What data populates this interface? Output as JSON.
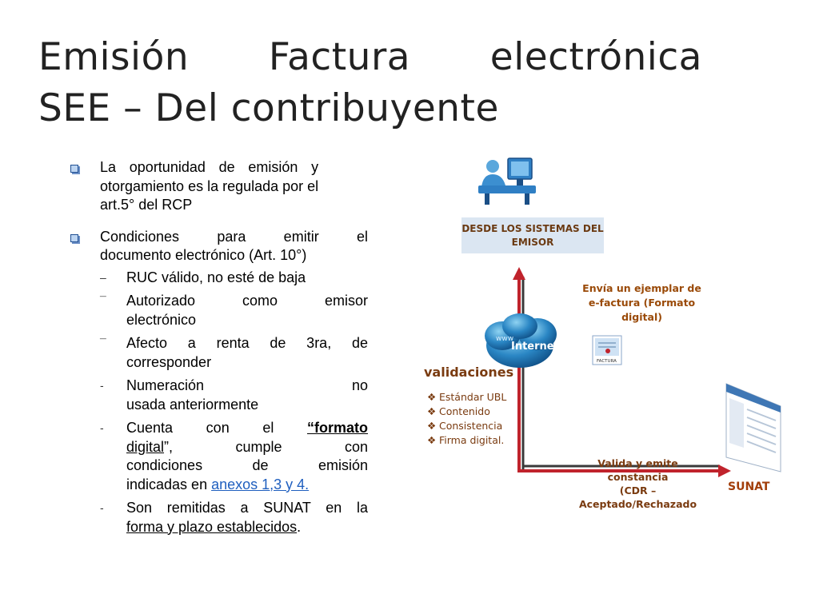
{
  "title": {
    "line1": [
      "Emisión",
      "Factura",
      "electrónica"
    ],
    "line2": "SEE – Del contribuyente"
  },
  "bullets": {
    "b1": {
      "lines": [
        "La oportunidad de emisión y",
        "otorgamiento es la regulada por el"
      ],
      "last": "art.5° del RCP"
    },
    "b2": {
      "lines": [
        "Condiciones para emitir el"
      ],
      "last": "documento electrónico (Art. 10°)"
    }
  },
  "subs": {
    "s1": {
      "dash": "–",
      "text": "RUC válido, no esté de baja"
    },
    "s2": {
      "dash": "¯",
      "lines": [
        "Autorizado como emisor"
      ],
      "last": "electrónico"
    },
    "s3": {
      "dash": "¯",
      "lines": [
        "Afecto a renta de 3ra, de"
      ],
      "last": "corresponder"
    },
    "s4": {
      "dash": "-",
      "lines": [
        "Numeración no"
      ],
      "last": "usada anteriormente"
    },
    "s5": {
      "dash": "-",
      "l1_a": "Cuenta con el ",
      "l1_b": "“formato",
      "l2_a": "digital",
      "l2_b": "”, cumple con",
      "l3": "condiciones de emisión",
      "l4_a": "indicadas en ",
      "l4_link": "anexos 1,3 y 4."
    },
    "s6": {
      "dash": "-",
      "l1": "Son remitidas a SUNAT en la",
      "l2_u": "forma y plazo establecidos",
      "l2_end": "."
    }
  },
  "diagram": {
    "emisor_box": [
      "DESDE LOS SISTEMAS DEL",
      "EMISOR"
    ],
    "envia_label": [
      "Envía un ejemplar de",
      "e-factura (Formato",
      "digital)"
    ],
    "internet_label": "Internet",
    "www_label": "www",
    "factura_icon_label": "FACTURA",
    "validaciones_label": "validaciones",
    "validaciones_items": [
      "Estándar UBL",
      "Contenido",
      "Consistencia",
      "Firma digital."
    ],
    "cdr_label": [
      "Valida y emite constancia",
      "(CDR –",
      "Aceptado/Rechazado"
    ],
    "sunat_label": "SUNAT",
    "sunat_screen_logo": "SUNAT",
    "colors": {
      "arrow": "#c0232c",
      "shadow": "#3a3a3a",
      "label": "#7a3b10",
      "box": "#dbe6f2"
    },
    "icons": [
      "computer-user-icon",
      "internet-cloud-icon",
      "factura-document-icon",
      "sunat-website-icon"
    ]
  }
}
